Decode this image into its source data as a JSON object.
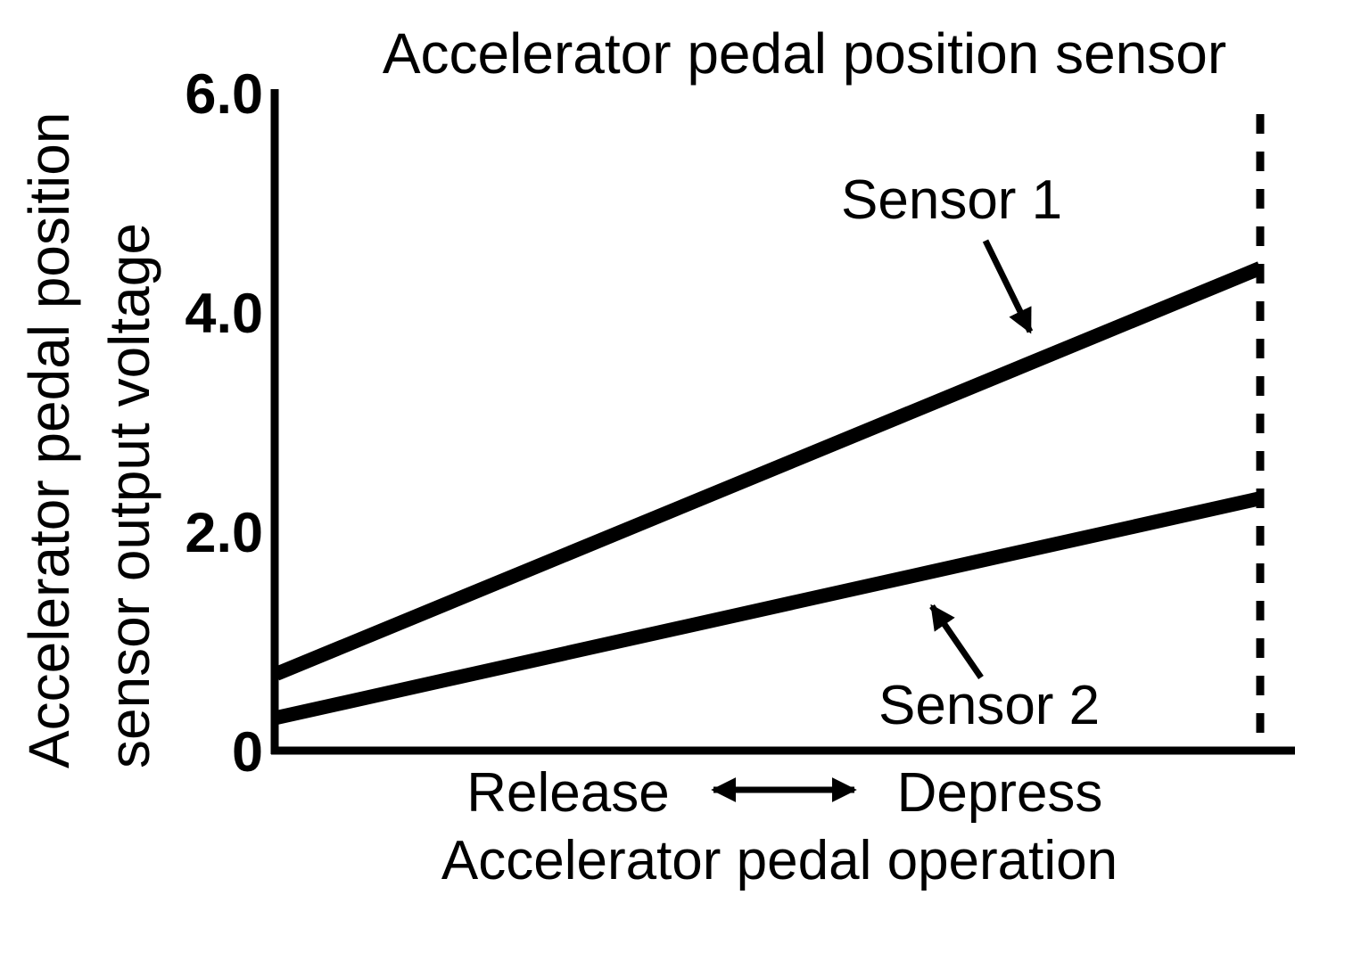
{
  "chart_data": {
    "type": "line",
    "title": "Accelerator pedal position sensor",
    "ylabel": "Accelerator pedal position sensor output voltage",
    "ylabel_lines": [
      "Accelerator pedal position",
      "sensor output voltage"
    ],
    "xlabel": "Accelerator pedal operation",
    "x_axis_annotation": {
      "left": "Release",
      "right": "Depress",
      "arrow": "double-headed"
    },
    "ylim": [
      0,
      6.0
    ],
    "yticks": [
      {
        "value": 0,
        "label": "0"
      },
      {
        "value": 2.0,
        "label": "2.0"
      },
      {
        "value": 4.0,
        "label": "4.0"
      },
      {
        "value": 6.0,
        "label": "6.0"
      }
    ],
    "x_range_labels": [
      "Release",
      "Depress"
    ],
    "series": [
      {
        "name": "Sensor 1",
        "x": [
          "Release",
          "Depress"
        ],
        "values": [
          0.7,
          4.4
        ]
      },
      {
        "name": "Sensor 2",
        "x": [
          "Release",
          "Depress"
        ],
        "values": [
          0.3,
          2.3
        ]
      }
    ],
    "annotations": [
      {
        "text": "Sensor 1",
        "points_to": "Sensor 1 line",
        "arrow_direction": "down-right"
      },
      {
        "text": "Sensor 2",
        "points_to": "Sensor 2 line",
        "arrow_direction": "up-left"
      }
    ],
    "reference_line": {
      "orientation": "vertical",
      "position": "full depress (right end)",
      "style": "dashed"
    },
    "grid": false,
    "legend_position": "none",
    "colors": {
      "foreground": "#000000",
      "background": "#ffffff"
    }
  }
}
